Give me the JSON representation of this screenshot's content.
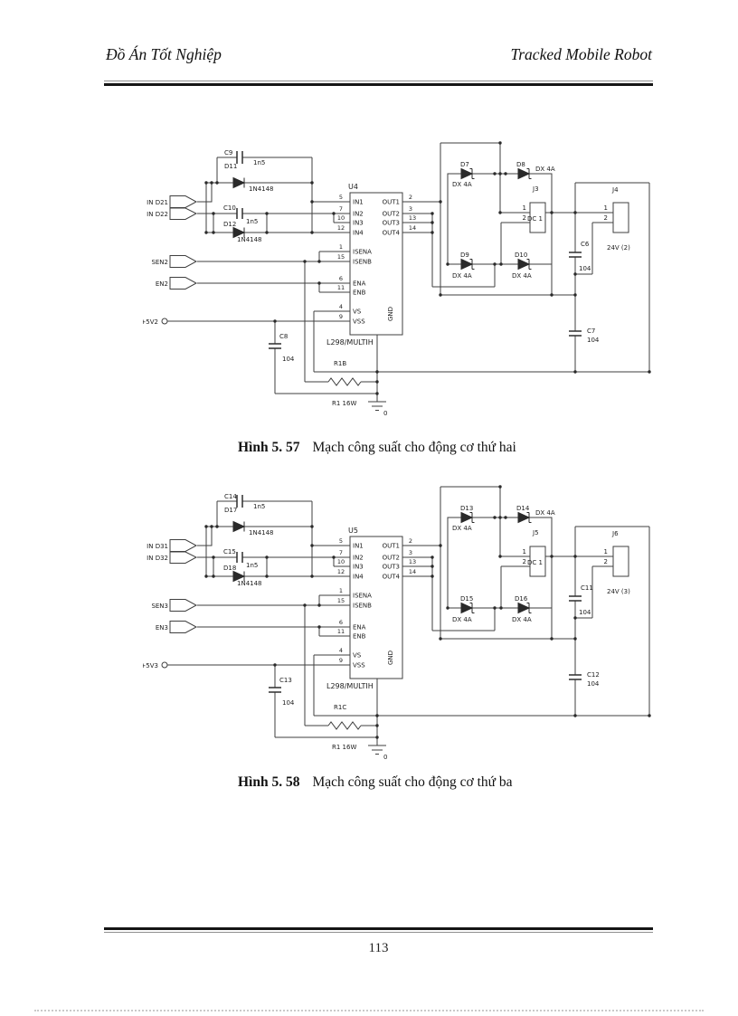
{
  "header": {
    "left": "Đồ Án Tốt Nghiệp",
    "right": "Tracked Mobile Robot"
  },
  "footer": {
    "page_number": "113"
  },
  "colors": {
    "paper": "#ffffff",
    "ink": "#1c1c1c",
    "wire": "#3f3f3f",
    "rule_black": "#151515",
    "rule_gray": "#8f8f8f",
    "dotted_line": "#c9c9c9"
  },
  "schematic_common": {
    "pin_numbers_left": [
      "5",
      "7",
      "10",
      "12",
      "1",
      "15",
      "6",
      "11",
      "4",
      "9"
    ],
    "pin_names_left": [
      "IN1",
      "IN2",
      "IN3",
      "IN4",
      "ISENA",
      "ISENB",
      "ENA",
      "ENB",
      "VS",
      "VSS"
    ],
    "pin_numbers_right": [
      "2",
      "3",
      "13",
      "14"
    ],
    "pin_names_right": [
      "OUT1",
      "OUT2",
      "OUT3",
      "OUT4"
    ],
    "gnd_pin": "GND",
    "chip_part": "L298/MULTIH",
    "cap_small_value": "1n5",
    "diode_small_part": "1N4148",
    "diode_power_part": "DX 4A",
    "cap_power_value": "104",
    "motor_label": "DC 1",
    "sense_resistor_label": "R1 16W",
    "ground_label": "0",
    "conn_pin1": "1",
    "conn_pin2": "2"
  },
  "fig1": {
    "chip_ref": "U4",
    "in_a": "IN D21",
    "in_b": "IN D22",
    "sen": "SEN2",
    "en": "EN2",
    "vcc": "+5V2",
    "cap_a": "C9",
    "diode_a": "D11",
    "cap_b": "C10",
    "diode_b": "D12",
    "d_top_left": "D7",
    "d_top_right": "D8",
    "d_bot_left": "D9",
    "d_bot_right": "D10",
    "conn_motor": "J3",
    "conn_power": "J4",
    "power_label": "24V (2)",
    "cap_left": "C8",
    "cap_right_top": "C6",
    "cap_right_bot": "C7",
    "res_ref": "R1B",
    "caption_label": "Hình 5. 57",
    "caption_text": "Mạch công suất cho động cơ thứ hai"
  },
  "fig2": {
    "chip_ref": "U5",
    "in_a": "IN D31",
    "in_b": "IN D32",
    "sen": "SEN3",
    "en": "EN3",
    "vcc": "+5V3",
    "cap_a": "C14",
    "diode_a": "D17",
    "cap_b": "C15",
    "diode_b": "D18",
    "d_top_left": "D13",
    "d_top_right": "D14",
    "d_bot_left": "D15",
    "d_bot_right": "D16",
    "conn_motor": "J5",
    "conn_power": "J6",
    "power_label": "24V (3)",
    "cap_left": "C13",
    "cap_right_top": "C11",
    "cap_right_bot": "C12",
    "res_ref": "R1C",
    "caption_label": "Hình 5. 58",
    "caption_text": "Mạch công suất cho động cơ thứ ba"
  }
}
